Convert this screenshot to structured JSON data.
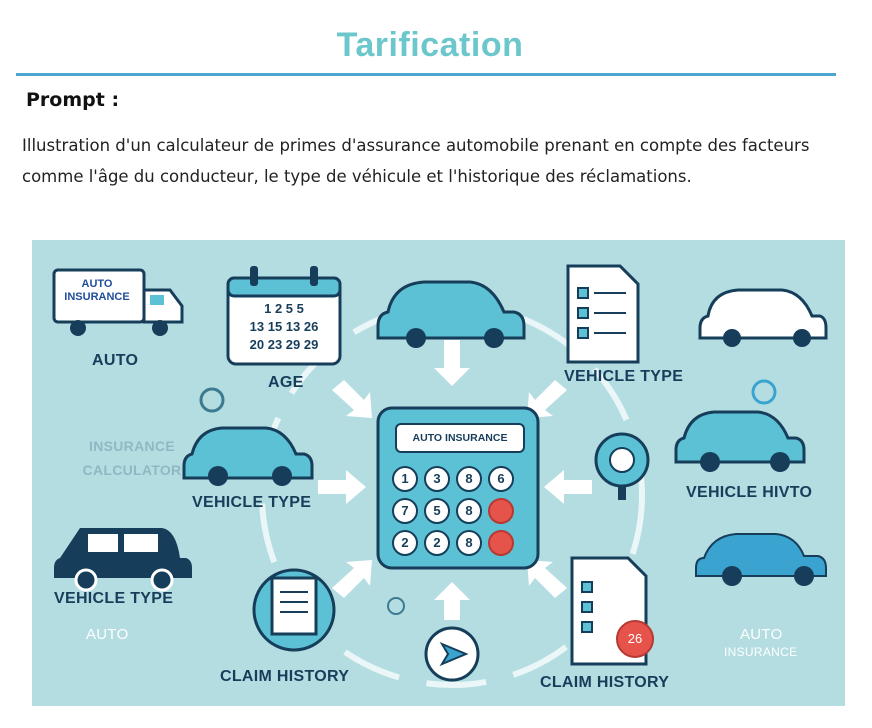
{
  "header": {
    "title": "Tarification",
    "prompt_label": "Prompt :",
    "prompt_text": "Illustration d'un calculateur de primes d'assurance automobile prenant en compte des facteurs comme l'âge du conducteur, le type de véhicule et l'historique des réclamations."
  },
  "illustration": {
    "truck_label": "AUTO\nINSURANCE",
    "auto_label_top": "AUTO",
    "age_label": "AGE",
    "calendar_rows": [
      "1  2  5  5",
      "13 15 13 26",
      "20 23 29 29"
    ],
    "vehicle_type_right": "VEHICLE TYPE",
    "insurance_calc_1": "INSURANCE",
    "insurance_calc_2": "CALCULATOR",
    "vehicle_type_left": "VEHICLE TYPE",
    "vehicle_type_bottom": "VEHICLE TYPE",
    "vehicle_hist": "VEHICLE HIVTO",
    "auto_bottom_left": "AUTO",
    "auto_bottom_right": "AUTO",
    "insurance_bottom_right": "INSURANCE",
    "claim_history_left": "CLAIM HISTORY",
    "claim_history_right": "CLAIM HISTORY",
    "calc_screen": "AUTO INSURANCE",
    "calc_keys": [
      "1",
      "3",
      "8",
      "6",
      "7",
      "5",
      "8",
      "",
      "2",
      "2",
      "8",
      ""
    ],
    "badge_number": "26"
  }
}
